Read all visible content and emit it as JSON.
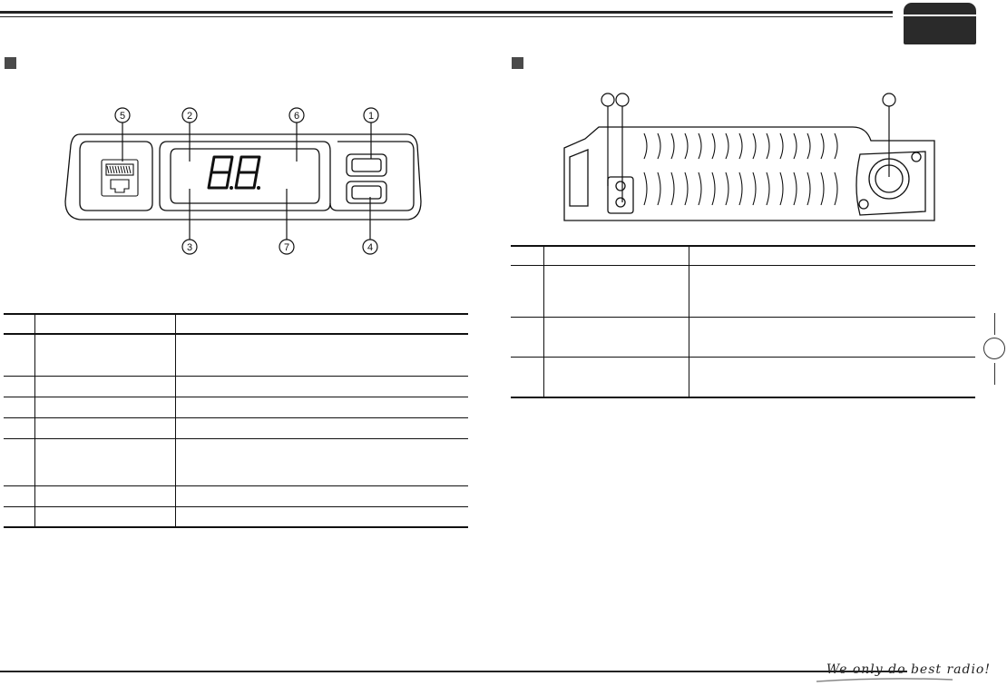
{
  "footer": {
    "slogan": "We only do best radio!"
  },
  "front_panel": {
    "display_digits": "88",
    "callouts": [
      "1",
      "2",
      "3",
      "4",
      "5",
      "6",
      "7"
    ]
  },
  "rear_panel": {
    "callouts": []
  },
  "front_table": {
    "row_count": 7
  },
  "rear_table": {
    "row_count": 3
  },
  "colors": {
    "line": "#222222",
    "section_marker": "#4a4a4a",
    "header_tab": "#2a2a2a"
  }
}
